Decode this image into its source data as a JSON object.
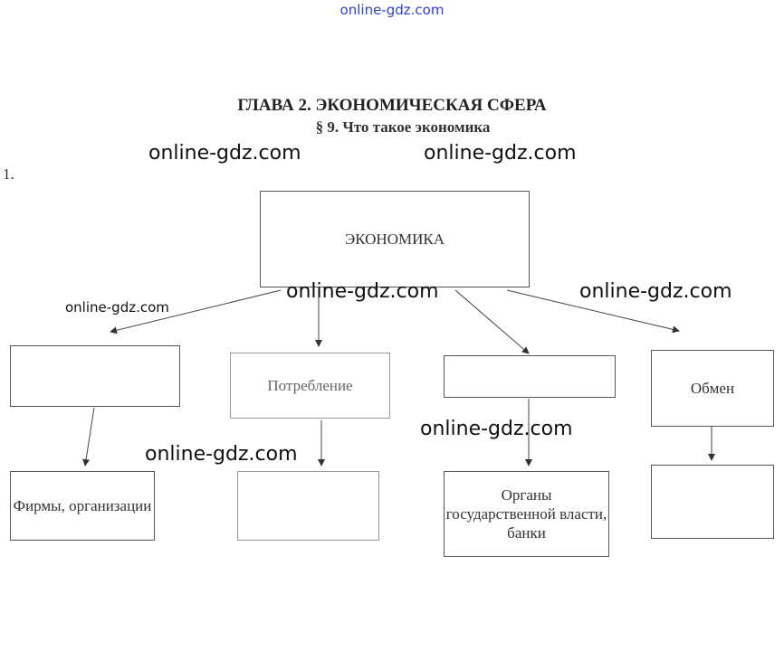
{
  "watermark": {
    "top": "online-gdz.com",
    "text": "online-gdz.com"
  },
  "heading": {
    "chapter": "ГЛАВА 2. ЭКОНОМИЧЕСКАЯ СФЕРА",
    "section": "§ 9. Что такое экономика"
  },
  "task_number": "1.",
  "diagram": {
    "root": "ЭКОНОМИКА",
    "level1": [
      "",
      "Потребление",
      "",
      "Обмен"
    ],
    "level2": [
      "Фирмы, организации",
      "",
      "Органы государственной власти, банки",
      ""
    ]
  }
}
